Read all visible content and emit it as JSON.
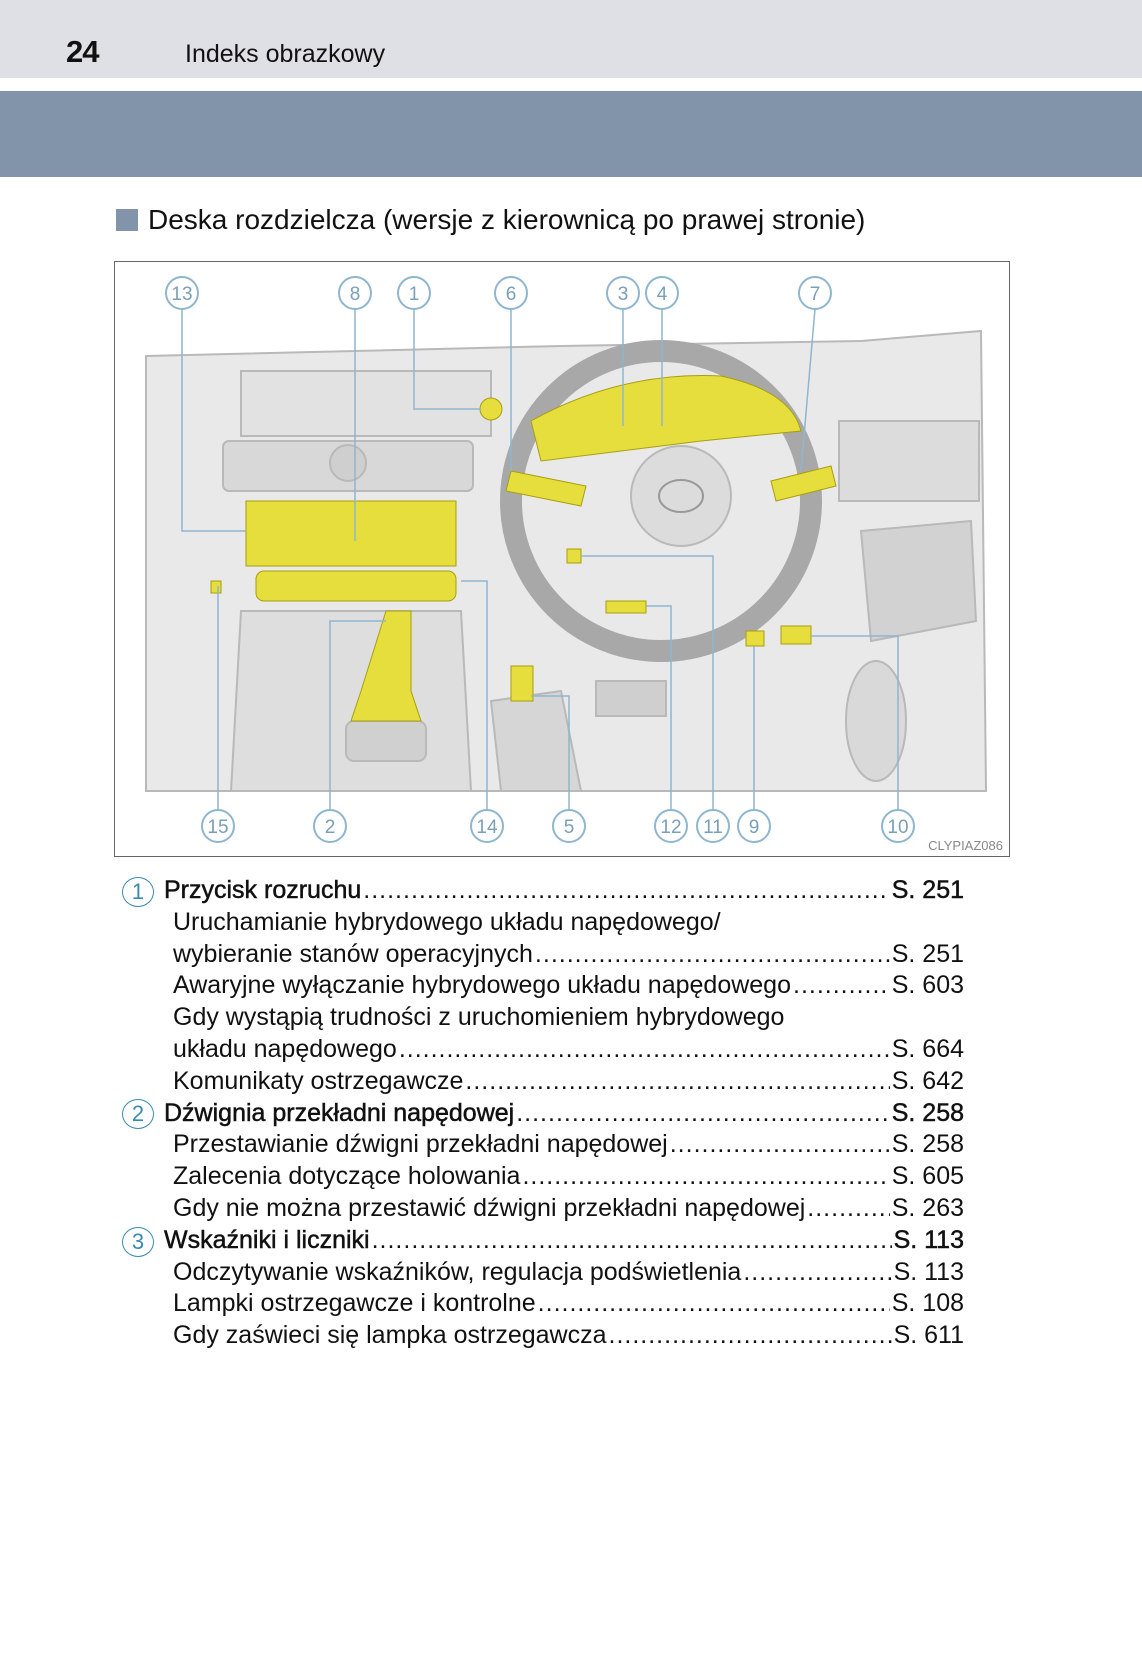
{
  "header": {
    "page_number": "24",
    "section_title": "Indeks obrazkowy"
  },
  "heading": "Deska rozdzielcza (wersje z kierownicą po prawej stronie)",
  "diagram": {
    "code": "CLYPIAZ086",
    "callouts_top": [
      "13",
      "8",
      "1",
      "6",
      "3",
      "4",
      "7"
    ],
    "callouts_bottom": [
      "15",
      "2",
      "14",
      "5",
      "12",
      "11",
      "9",
      "10"
    ],
    "highlight_color": "#e6de3c"
  },
  "groups": [
    {
      "num": "1",
      "title": "Przycisk rozruchu",
      "page": "S. 251",
      "items": [
        {
          "text": "Uruchamianie hybrydowego układu napędowego/",
          "page": null
        },
        {
          "text": "wybieranie stanów operacyjnych",
          "page": "S. 251"
        },
        {
          "text": "Awaryjne wyłączanie hybrydowego układu napędowego",
          "page": "S. 603"
        },
        {
          "text": "Gdy wystąpią trudności z uruchomieniem hybrydowego",
          "page": null
        },
        {
          "text": "układu napędowego",
          "page": "S. 664"
        },
        {
          "text": "Komunikaty ostrzegawcze",
          "page": "S. 642"
        }
      ]
    },
    {
      "num": "2",
      "title": "Dźwignia przekładni napędowej",
      "page": "S. 258",
      "items": [
        {
          "text": "Przestawianie dźwigni przekładni napędowej",
          "page": "S. 258"
        },
        {
          "text": "Zalecenia dotyczące holowania",
          "page": "S. 605"
        },
        {
          "text": "Gdy nie można przestawić dźwigni przekładni napędowej",
          "page": "S. 263"
        }
      ]
    },
    {
      "num": "3",
      "title": "Wskaźniki i liczniki",
      "page": "S. 113",
      "items": [
        {
          "text": "Odczytywanie wskaźników, regulacja podświetlenia",
          "page": "S. 113"
        },
        {
          "text": "Lampki ostrzegawcze i kontrolne",
          "page": "S. 108"
        },
        {
          "text": "Gdy zaświeci się lampka ostrzegawcza",
          "page": "S. 611"
        }
      ]
    }
  ]
}
